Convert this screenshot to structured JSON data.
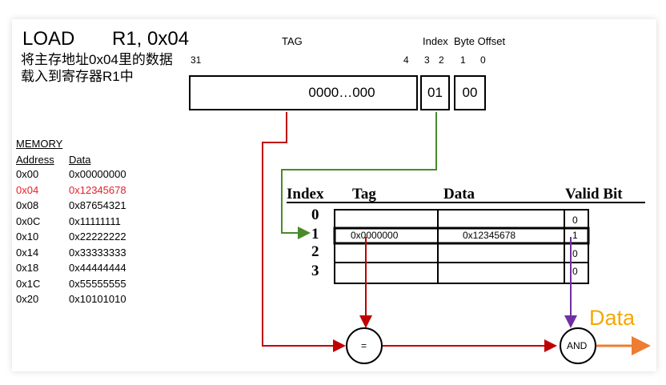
{
  "instruction": {
    "mnemonic": "LOAD",
    "operands": "R1, 0x04",
    "description": "将主存地址0x04里的数据载入到寄存器R1中"
  },
  "address_fields": {
    "tag_label": "TAG",
    "index_label": "Index",
    "byte_offset_label": "Byte  Offset",
    "bit_31": "31",
    "bit_4": "4",
    "bit_3": "3",
    "bit_2": "2",
    "bit_1": "1",
    "bit_0": "0",
    "tag_value": "0000…000",
    "index_value": "01",
    "offset_value": "00"
  },
  "memory": {
    "title": "MEMORY",
    "address_header": "Address",
    "data_header": "Data",
    "rows": [
      {
        "address": "0x00",
        "data": "0x00000000"
      },
      {
        "address": "0x04",
        "data": "0x12345678"
      },
      {
        "address": "0x08",
        "data": "0x87654321"
      },
      {
        "address": "0x0C",
        "data": "0x11111111"
      },
      {
        "address": "0x10",
        "data": "0x22222222"
      },
      {
        "address": "0x14",
        "data": "0x33333333"
      },
      {
        "address": "0x18",
        "data": "0x44444444"
      },
      {
        "address": "0x1C",
        "data": "0x55555555"
      },
      {
        "address": "0x20",
        "data": "0x10101010"
      }
    ],
    "highlight_color": "#e8202a"
  },
  "cache": {
    "headers": {
      "index": "Index",
      "tag": "Tag",
      "data": "Data",
      "valid": "Valid Bit"
    },
    "rows": [
      {
        "index": "0",
        "tag": "",
        "data": "",
        "valid": "0"
      },
      {
        "index": "1",
        "tag": "0x0000000",
        "data": "0x12345678",
        "valid": "1"
      },
      {
        "index": "2",
        "tag": "",
        "data": "",
        "valid": "0"
      },
      {
        "index": "3",
        "tag": "",
        "data": "",
        "valid": "0"
      }
    ]
  },
  "gates": {
    "compare": "=",
    "and": "AND"
  },
  "output": {
    "label": "Data",
    "color": "#f5a800"
  },
  "wire_colors": {
    "tag": "#c00000",
    "index": "#4a8a2a",
    "valid": "#7030a0",
    "output": "#ed7d31"
  }
}
